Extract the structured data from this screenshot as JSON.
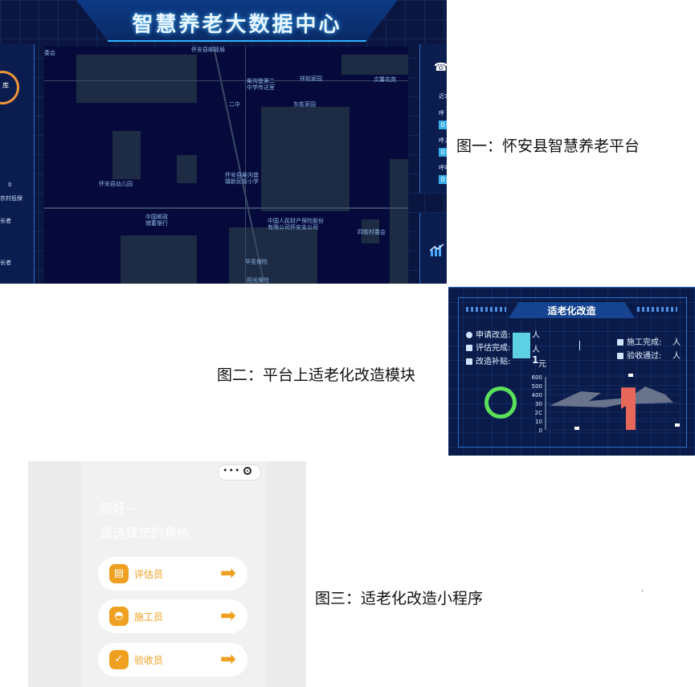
{
  "figure1": {
    "title": "智慧养老大数据中心",
    "ring_label": "库",
    "left_texts": [
      "0",
      "农村低保",
      "长者",
      "长者"
    ],
    "right_texts": [
      "近3",
      "呼",
      "呼入",
      "呼叫"
    ],
    "right_values": [
      "0",
      "0",
      "0"
    ],
    "map_labels": [
      "委会",
      "怀安县邮政局",
      "柴沟堡第二\n中学传达室",
      "祥和家园",
      "文馨花苑",
      "二中",
      "东胜家园",
      "怀安县幼儿园",
      "怀安县柴沟堡\n镇新民街小学",
      "中国邮政\n储蓄银行",
      "中国人民财产保险股份\n有限公司怀安支公司",
      "四街村委会",
      "华圣保险",
      "阳光保险"
    ]
  },
  "caption1": "图一：怀安县智慧养老平台",
  "figure2": {
    "title": "适老化改造",
    "rows_left": [
      {
        "label": "申请改造:",
        "unit": "人"
      },
      {
        "label": "评估完成:",
        "unit": "人"
      },
      {
        "label": "改造补贴:",
        "value": "1",
        "unit": "元"
      }
    ],
    "rows_right": [
      {
        "label": "施工完成:",
        "unit": "人"
      },
      {
        "label": "验收通过:",
        "unit": "人"
      }
    ]
  },
  "chart_data": {
    "type": "bar",
    "ytick_labels": [
      "600",
      "500",
      "400",
      "30",
      "2C",
      "10",
      "0"
    ],
    "ylim": [
      0,
      600
    ],
    "bars": [
      {
        "color": "#e8675b",
        "values": [
          480
        ]
      },
      {
        "color": "#ffffff",
        "values": [
          10
        ]
      }
    ]
  },
  "caption2": "图二：平台上适老化改造模块",
  "figure3": {
    "greeting": "您好~",
    "prompt": "请选择您的角色",
    "capsule_dots": "•••",
    "roles": [
      {
        "label": "评估员"
      },
      {
        "label": "施工员"
      },
      {
        "label": "验收员"
      }
    ],
    "arrow": "➡"
  },
  "caption3": "图三：适老化改造小程序",
  "stray_dot": "."
}
